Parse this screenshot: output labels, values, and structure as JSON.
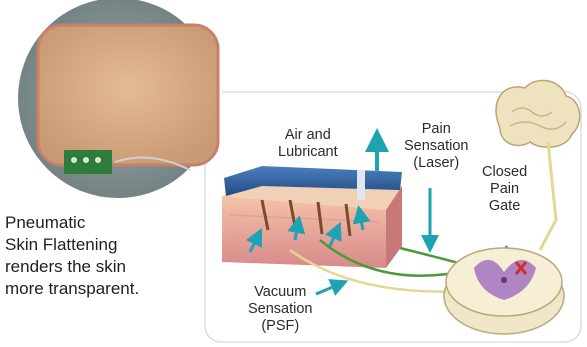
{
  "caption": {
    "lines": [
      "Pneumatic",
      "Skin Flattening",
      "renders the skin",
      "more transparent."
    ]
  },
  "labels": {
    "air_lubricant": [
      "Air and",
      "Lubricant"
    ],
    "pain_sensation": [
      "Pain",
      "Sensation",
      "(Laser)"
    ],
    "closed_pain_gate": [
      "Closed",
      "Pain",
      "Gate"
    ],
    "vacuum_sensation": [
      "Vacuum",
      "Sensation",
      "(PSF)"
    ]
  },
  "colors": {
    "skin_pad": "#d9b08a",
    "pad_rim": "#c9806a",
    "device_blue": "#2f5f9e",
    "skin_pink": "#e8a0a0",
    "nerve_green": "#4b9a3a",
    "arrow_teal": "#1fa3b3",
    "spinal_purple": "#a77ac1",
    "brain_cream": "#efe3bf",
    "gate_x": "#d0302a"
  }
}
